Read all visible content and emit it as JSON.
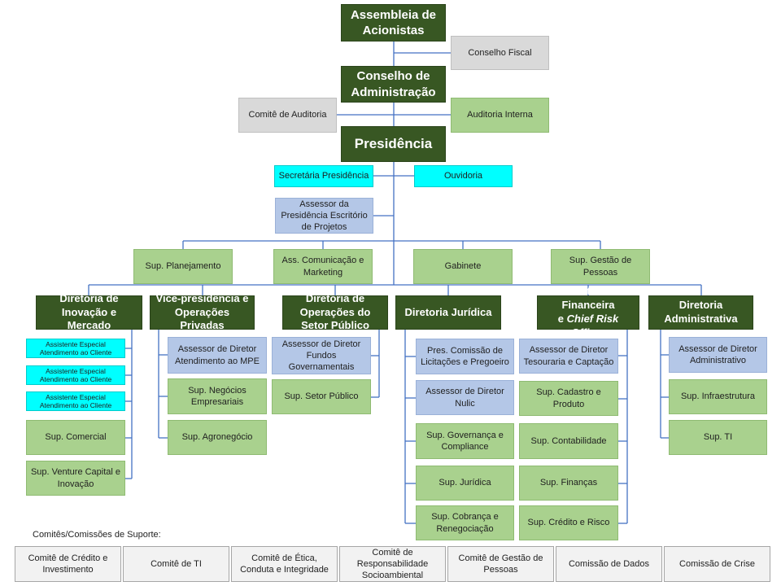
{
  "top": {
    "assembleia": "Assembleia de Acionistas",
    "conselho_fiscal": "Conselho Fiscal",
    "conselho_adm": "Conselho de Administração",
    "comite_auditoria": "Comitê de Auditoria",
    "auditoria_interna": "Auditoria Interna",
    "presidencia": "Presidência",
    "secretaria": "Secretária Presidência",
    "ouvidoria": "Ouvidoria",
    "assessor_presidencia": "Assessor da Presidência Escritório de Projetos"
  },
  "staff": {
    "planejamento": "Sup.  Planejamento",
    "comunicacao": "Ass. Comunicação e Marketing",
    "gabinete": "Gabinete",
    "pessoas": "Sup. Gestão de Pessoas"
  },
  "directorates": {
    "inovacao": {
      "title": "Diretoria de Inovação e Mercado",
      "assistant": "Assistente Especial Atendimento ao Cliente",
      "comercial": "Sup.  Comercial",
      "venture": "Sup. Venture Capital e Inovação"
    },
    "vice": {
      "title": "Vice-presidência e Operações Privadas",
      "assessor": "Assessor de Diretor Atendimento ao MPE",
      "negocios": "Sup. Negócios Empresariais",
      "agro": "Sup. Agronegócio"
    },
    "setor_publico": {
      "title": "Diretoria de Operações do Setor Público",
      "assessor": "Assessor de Diretor Fundos Governamentais",
      "sup": "Sup. Setor Público"
    },
    "juridica": {
      "title": "Diretoria Jurídica",
      "licitacoes": "Pres. Comissão de Licitações e Pregoeiro",
      "nulic": "Assessor de Diretor Nulic",
      "governanca": "Sup. Governança e Compliance",
      "juridica": "Sup. Jurídica",
      "cobranca": "Sup. Cobrança e Renegociação"
    },
    "financeira": {
      "title_main": "Diretoria Financeira",
      "title_e": "e ",
      "title_cro": "Chief Risk Officer",
      "tesouraria": "Assessor de Diretor Tesouraria e Captação",
      "cadastro": "Sup. Cadastro e Produto",
      "contabilidade": "Sup.  Contabilidade",
      "financas": "Sup. Finanças",
      "credito": "Sup. Crédito e Risco"
    },
    "administrativa": {
      "title": "Diretoria Administrativa",
      "assessor": "Assessor de Diretor Administrativo",
      "infra": "Sup. Infraestrutura",
      "ti": "Sup. TI"
    }
  },
  "support": {
    "title": "Comitês/Comissões de Suporte:",
    "items": [
      "Comitê de Crédito e Investimento",
      "Comitê de TI",
      "Comitê de Ética, Conduta e Integridade",
      "Comitê de Responsabilidade Socioambiental",
      "Comitê de Gestão de Pessoas",
      "Comissão de Dados",
      "Comissão de Crise"
    ]
  },
  "colors": {
    "dark_green": "#385723",
    "light_green": "#a9d18e",
    "grey": "#d9d9d9",
    "light_blue": "#b4c7e7",
    "cyan": "#00ffff",
    "connector": "#4472c4"
  }
}
